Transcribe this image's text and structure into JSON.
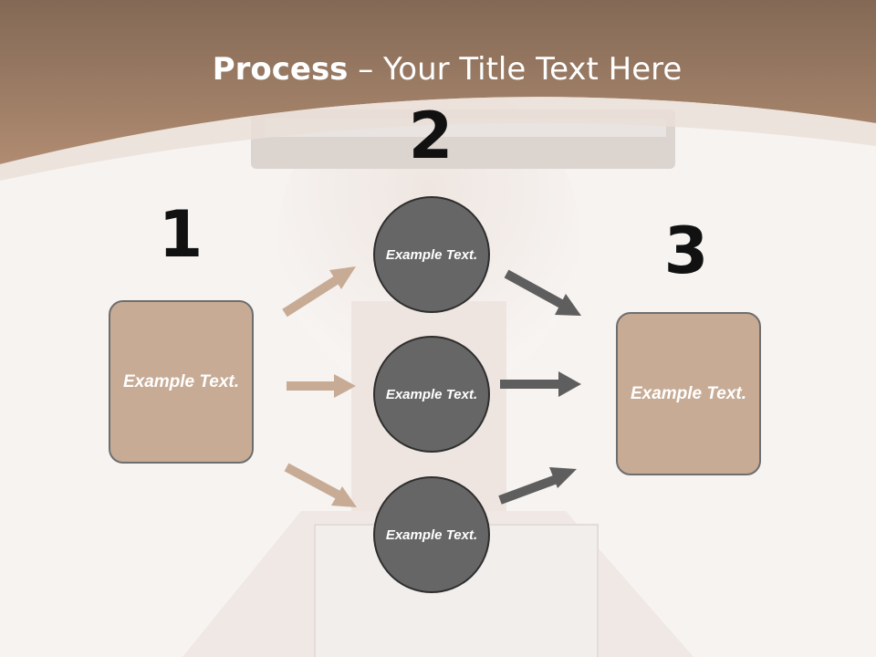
{
  "title": {
    "bold": "Process",
    "rest": " – Your Title Text Here"
  },
  "steps": [
    {
      "number": "1",
      "text": "Example Text."
    },
    {
      "number": "2",
      "circles": [
        {
          "text": "Example Text."
        },
        {
          "text": "Example Text."
        },
        {
          "text": "Example Text."
        }
      ]
    },
    {
      "number": "3",
      "text": "Example Text."
    }
  ],
  "colors": {
    "header": "#a9846b",
    "box_fill": "#c7ab95",
    "circle_fill": "#666666",
    "arrow_in": "#c7ab95",
    "arrow_out": "#5e5e5e"
  }
}
